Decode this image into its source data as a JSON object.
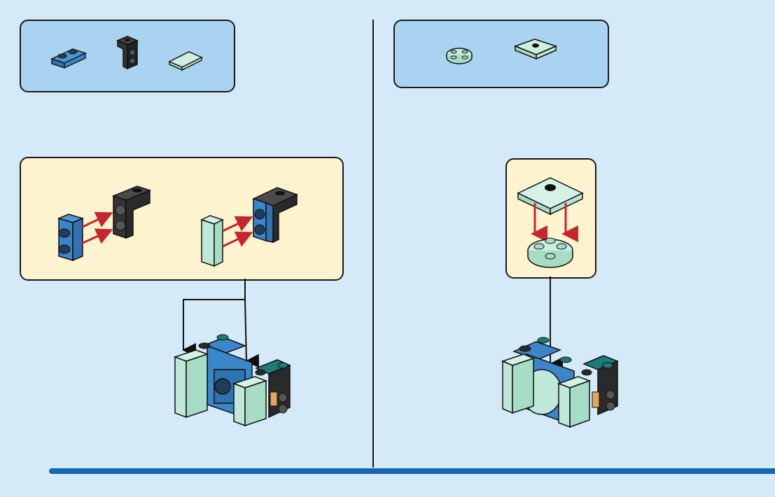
{
  "colors": {
    "background": "#d4eaf8",
    "parts_box": "#a9d3f1",
    "subassembly_box": "#fdf3cf",
    "accent_bar": "#1366b0",
    "arrow_red": "#c8252c",
    "brick_blue": "#3a86c8",
    "brick_black": "#2a2a2a",
    "brick_trans_clear": "#bfe8d8",
    "brick_teal": "#1e7c78",
    "brick_tan": "#e1a55c"
  },
  "left_page": {
    "parts_list": [
      "blue-1x2-plate-icon",
      "black-1x1-bracket-icon",
      "trans-clear-1x2-tile-icon"
    ],
    "subassembly": [
      "attach-plate-to-bracket-step",
      "attach-tile-to-bracket-step"
    ]
  },
  "right_page": {
    "parts_list": [
      "trans-round-2x2-plate-icon",
      "trans-2x2-plate-with-stud-icon"
    ],
    "subassembly": [
      "attach-square-plate-to-round-plate-step"
    ]
  }
}
